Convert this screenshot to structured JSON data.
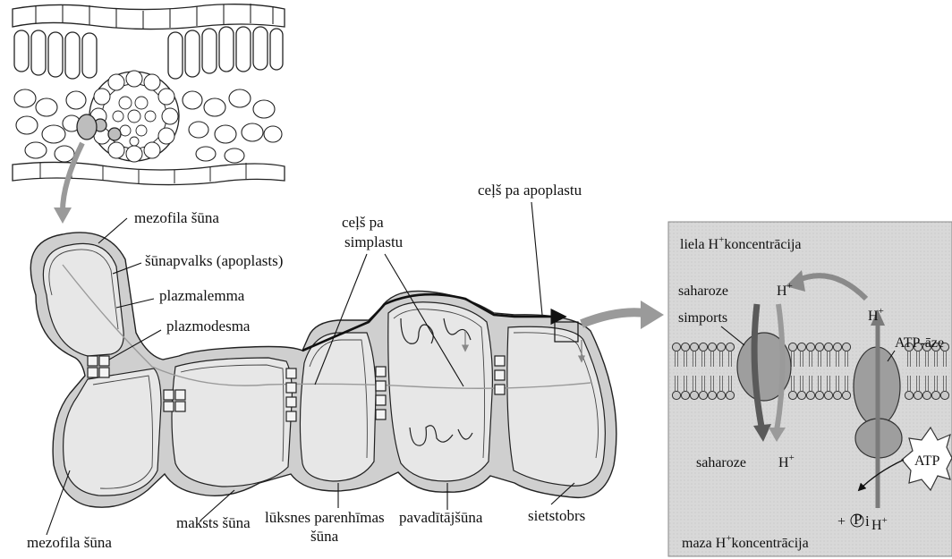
{
  "labels": {
    "mesophyll_cell_top": "mezofila šūna",
    "cell_wall": "šūnapvalks (apoplasts)",
    "plasmalemma": "plazmalemma",
    "plasmodesma": "plazmodesma",
    "symplast_route_line1": "ceļš pa",
    "symplast_route_line2": "simplastu",
    "apoplast_route": "ceļš pa apoplastu",
    "mesophyll_cell_bottom": "mezofila šūna",
    "bundle_sheath_cell": "maksts šūna",
    "phloem_parenchyma_line1": "lūksnes parenhīmas",
    "phloem_parenchyma_line2": "šūna",
    "companion_cell": "pavadītājšūna",
    "sieve_tube": "sietstobrs"
  },
  "inset": {
    "high_conc_prefix": "liela H",
    "high_conc_suffix": "koncentrācija",
    "low_conc_prefix": "maza H",
    "low_conc_suffix": "koncentrācija",
    "plus_sign": "+",
    "sucrose_top": "saharoze",
    "sucrose_bottom": "saharoze",
    "symport": "simports",
    "proton_base": "H",
    "proton_charge": "+",
    "atpase": "ATP-āze",
    "atp": "ATP",
    "pi_prefix": "+ ",
    "pi_symbol": "P",
    "pi_subscript": "i"
  }
}
